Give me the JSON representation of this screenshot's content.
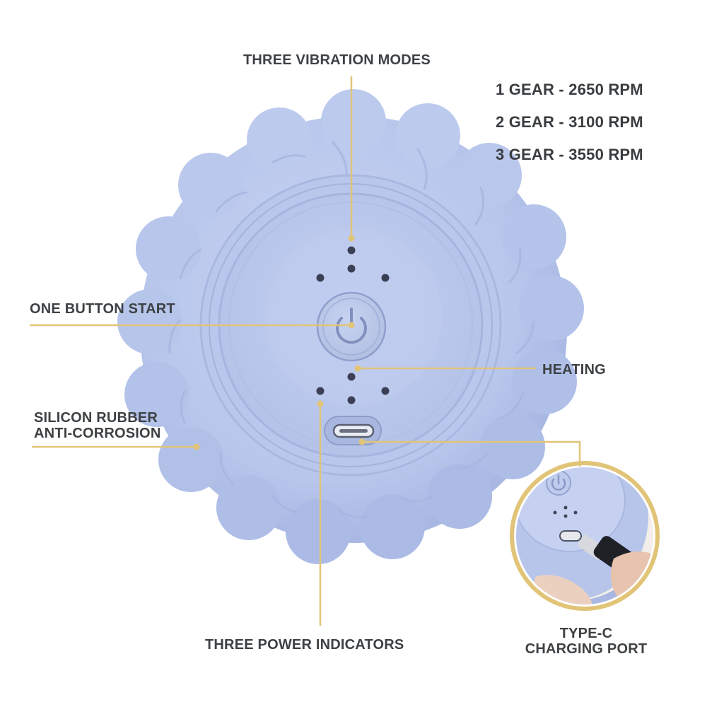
{
  "callouts": {
    "vibration_modes": "THREE VIBRATION MODES",
    "one_button_start": "ONE BUTTON START",
    "heating": "HEATING",
    "silicon_rubber_line1": "SILICON RUBBER",
    "silicon_rubber_line2": "ANTI-CORROSION",
    "power_indicators": "THREE POWER INDICATORS",
    "typec_line1": "TYPE-C",
    "typec_line2": "CHARGING PORT"
  },
  "gears": [
    "1 GEAR - 2650 RPM",
    "2 GEAR - 3100 RPM",
    "3 GEAR - 3550 RPM"
  ],
  "colors": {
    "device": "#b9c7ec",
    "device_shadow": "#9fb0dc",
    "leader_line": "#e1c477",
    "text": "#3d4144"
  },
  "icons": [
    "power-icon",
    "usb-c-port-icon",
    "indicator-led-icon"
  ]
}
